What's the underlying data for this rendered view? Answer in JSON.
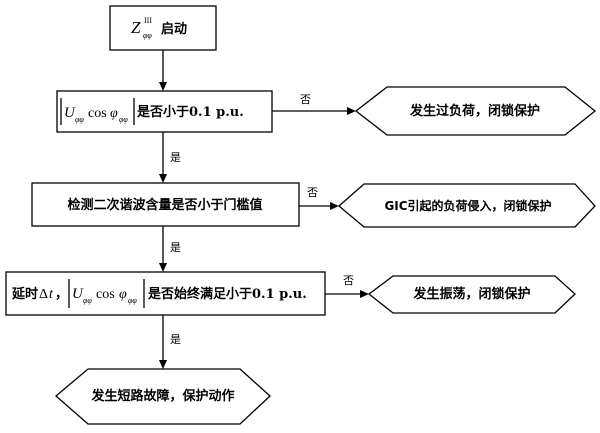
{
  "start": {
    "symbol": "Z",
    "superscript": "III",
    "subscript": "φφ",
    "text": "启动"
  },
  "decision1": {
    "math_U": "U",
    "math_sub": "φφ",
    "math_cos": "cos",
    "math_phi": "φ",
    "text": "是否小于0.1 p.u."
  },
  "result1": {
    "text": "发生过负荷，闭锁保护"
  },
  "step2": {
    "text": "检测二次谐波含量是否小于门槛值"
  },
  "result2": {
    "text": "GIC引起的负荷侵入，闭锁保护"
  },
  "decision3": {
    "prefix": "延时",
    "delta": "Δ",
    "t": "t",
    "comma": "，",
    "math_U": "U",
    "math_sub": "φφ",
    "math_cos": "cos",
    "math_phi": "φ",
    "text": "是否始终满足小于0.1 p.u."
  },
  "result3": {
    "text": "发生振荡，闭锁保护"
  },
  "result4": {
    "text": "发生短路故障，保护动作"
  },
  "labels": {
    "no1": "否",
    "yes1": "是",
    "no2": "否",
    "yes2": "是",
    "no3": "否",
    "yes3": "是"
  }
}
